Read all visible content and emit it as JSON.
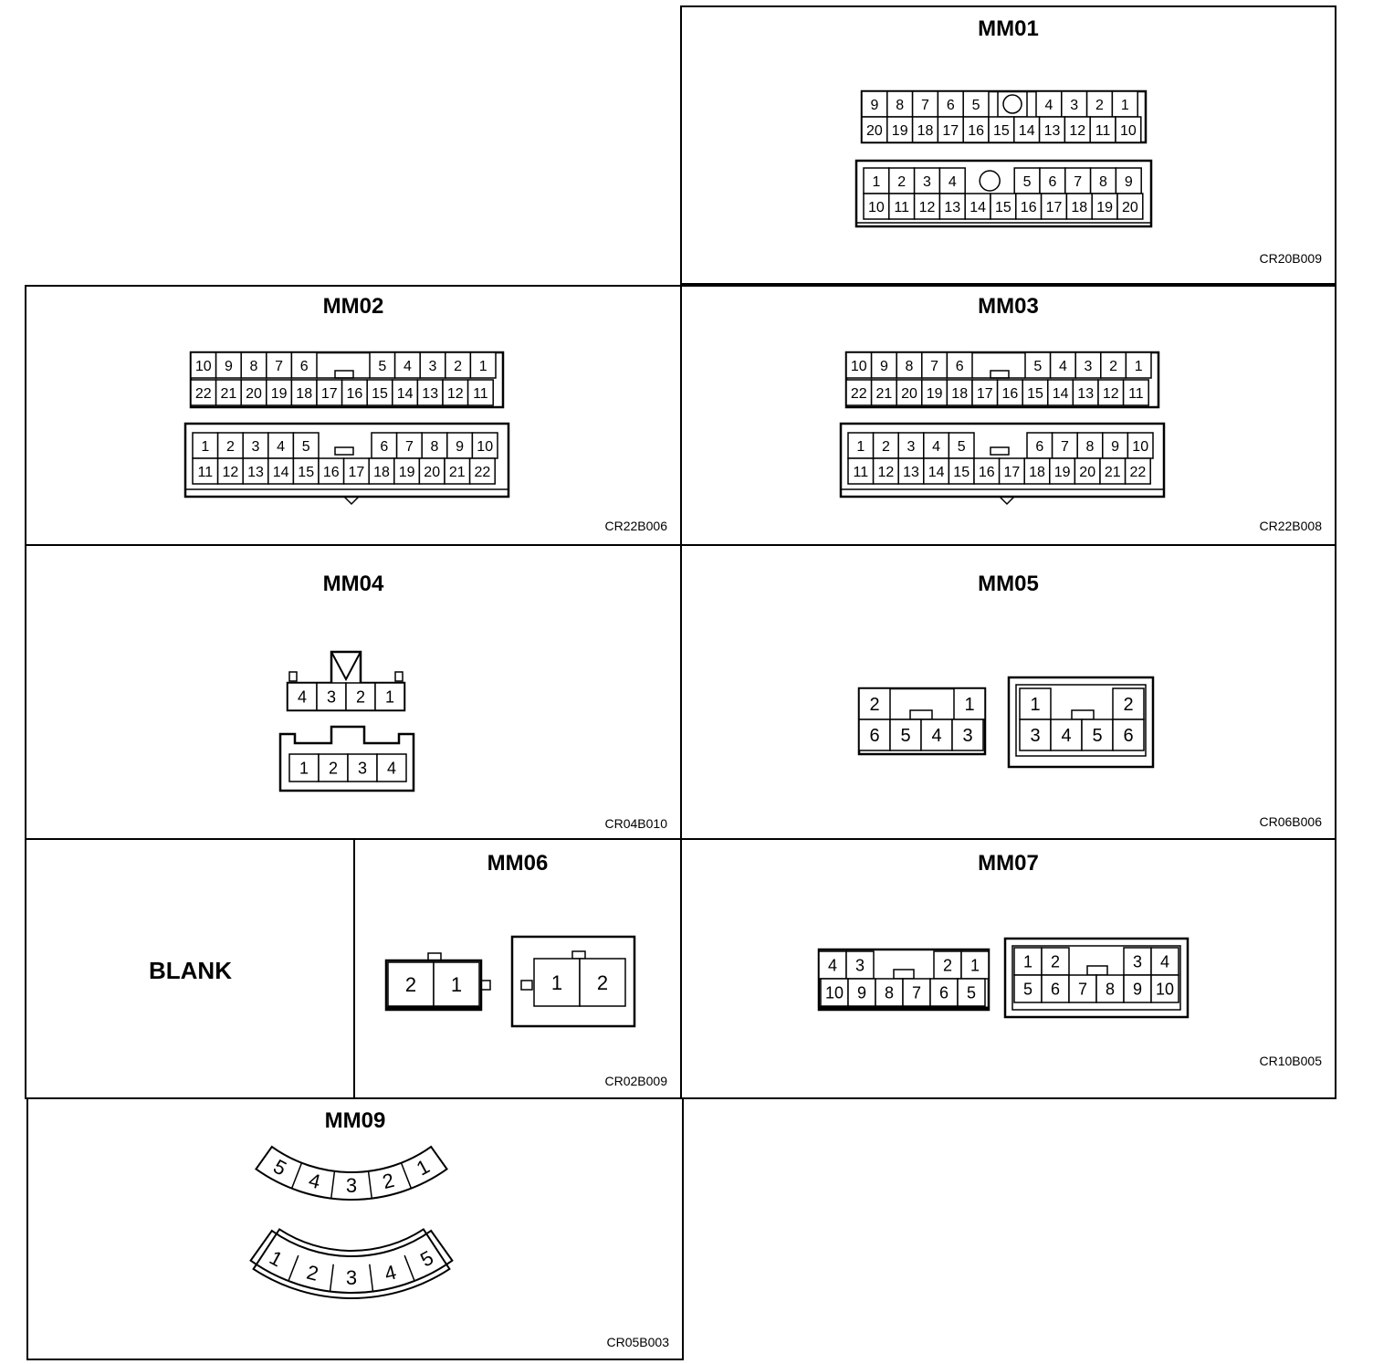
{
  "panels": {
    "mm01": {
      "title": "MM01",
      "code": "CR20B009"
    },
    "mm02": {
      "title": "MM02",
      "code": "CR22B006"
    },
    "mm03": {
      "title": "MM03",
      "code": "CR22B008"
    },
    "mm04": {
      "title": "MM04",
      "code": "CR04B010"
    },
    "mm05": {
      "title": "MM05",
      "code": "CR06B006"
    },
    "blank": {
      "label": "BLANK"
    },
    "mm06": {
      "title": "MM06",
      "code": "CR02B009"
    },
    "mm07": {
      "title": "MM07",
      "code": "CR10B005"
    },
    "mm09": {
      "title": "MM09",
      "code": "CR05B003"
    }
  },
  "pins": {
    "mm01": {
      "top": [
        [
          "9",
          "8",
          "7",
          "6",
          "5",
          "",
          "4",
          "3",
          "2",
          "1"
        ],
        [
          "20",
          "19",
          "18",
          "17",
          "16",
          "15",
          "14",
          "13",
          "12",
          "11",
          "10"
        ]
      ],
      "bottom": [
        [
          "1",
          "2",
          "3",
          "4",
          "",
          "5",
          "6",
          "7",
          "8",
          "9"
        ],
        [
          "10",
          "11",
          "12",
          "13",
          "14",
          "15",
          "16",
          "17",
          "18",
          "19",
          "20"
        ]
      ]
    },
    "mm02": {
      "top": [
        [
          "10",
          "9",
          "8",
          "7",
          "6",
          "5",
          "4",
          "3",
          "2",
          "1"
        ],
        [
          "22",
          "21",
          "20",
          "19",
          "18",
          "17",
          "16",
          "15",
          "14",
          "13",
          "12",
          "11"
        ]
      ],
      "bottom": [
        [
          "1",
          "2",
          "3",
          "4",
          "5",
          "6",
          "7",
          "8",
          "9",
          "10"
        ],
        [
          "11",
          "12",
          "13",
          "14",
          "15",
          "16",
          "17",
          "18",
          "19",
          "20",
          "21",
          "22"
        ]
      ]
    },
    "mm03": {
      "top": [
        [
          "10",
          "9",
          "8",
          "7",
          "6",
          "5",
          "4",
          "3",
          "2",
          "1"
        ],
        [
          "22",
          "21",
          "20",
          "19",
          "18",
          "17",
          "16",
          "15",
          "14",
          "13",
          "12",
          "11"
        ]
      ],
      "bottom": [
        [
          "1",
          "2",
          "3",
          "4",
          "5",
          "6",
          "7",
          "8",
          "9",
          "10"
        ],
        [
          "11",
          "12",
          "13",
          "14",
          "15",
          "16",
          "17",
          "18",
          "19",
          "20",
          "21",
          "22"
        ]
      ]
    },
    "mm04": {
      "top": [
        "4",
        "3",
        "2",
        "1"
      ],
      "bottom": [
        "1",
        "2",
        "3",
        "4"
      ]
    },
    "mm05": {
      "top_upper": [
        "2",
        "1"
      ],
      "top_lower": [
        "6",
        "5",
        "4",
        "3"
      ],
      "bottom_upper": [
        "1",
        "2"
      ],
      "bottom_lower": [
        "3",
        "4",
        "5",
        "6"
      ]
    },
    "mm06": {
      "left": [
        "2",
        "1"
      ],
      "right": [
        "1",
        "2"
      ]
    },
    "mm07": {
      "top_upper": [
        "4",
        "3",
        "2",
        "1"
      ],
      "top_lower": [
        "10",
        "9",
        "8",
        "7",
        "6",
        "5"
      ],
      "bottom_upper": [
        "1",
        "2",
        "3",
        "4"
      ],
      "bottom_lower": [
        "5",
        "6",
        "7",
        "8",
        "9",
        "10"
      ]
    },
    "mm09": {
      "top": [
        "5",
        "4",
        "3",
        "2",
        "1"
      ],
      "bottom": [
        "1",
        "2",
        "3",
        "4",
        "5"
      ]
    }
  }
}
